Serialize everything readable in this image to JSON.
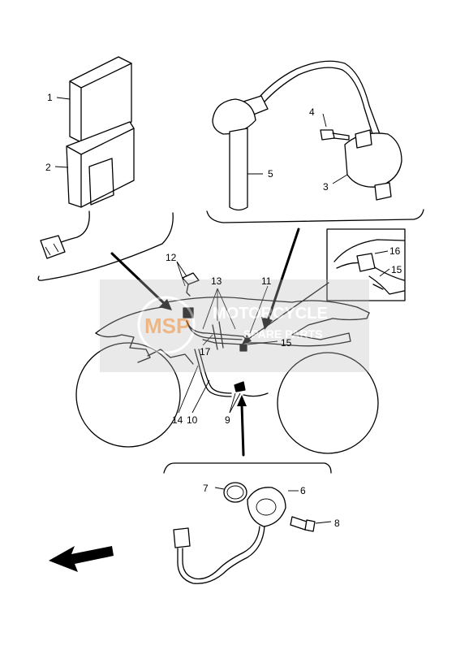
{
  "callouts": {
    "n1": "1",
    "n2": "2",
    "n3": "3",
    "n4": "4",
    "n5": "5",
    "n6": "6",
    "n7": "7",
    "n8": "8",
    "n9": "9",
    "n10": "10",
    "n11": "11",
    "n12": "12",
    "n13": "13",
    "n14": "14",
    "n15a": "15",
    "n15b": "15",
    "n16": "16",
    "n17": "17"
  },
  "watermark": {
    "logo_text": "MSP",
    "line1": "MOTORCYCLE",
    "line2": "SPARE PARTS",
    "color": "#c8c8c8"
  }
}
